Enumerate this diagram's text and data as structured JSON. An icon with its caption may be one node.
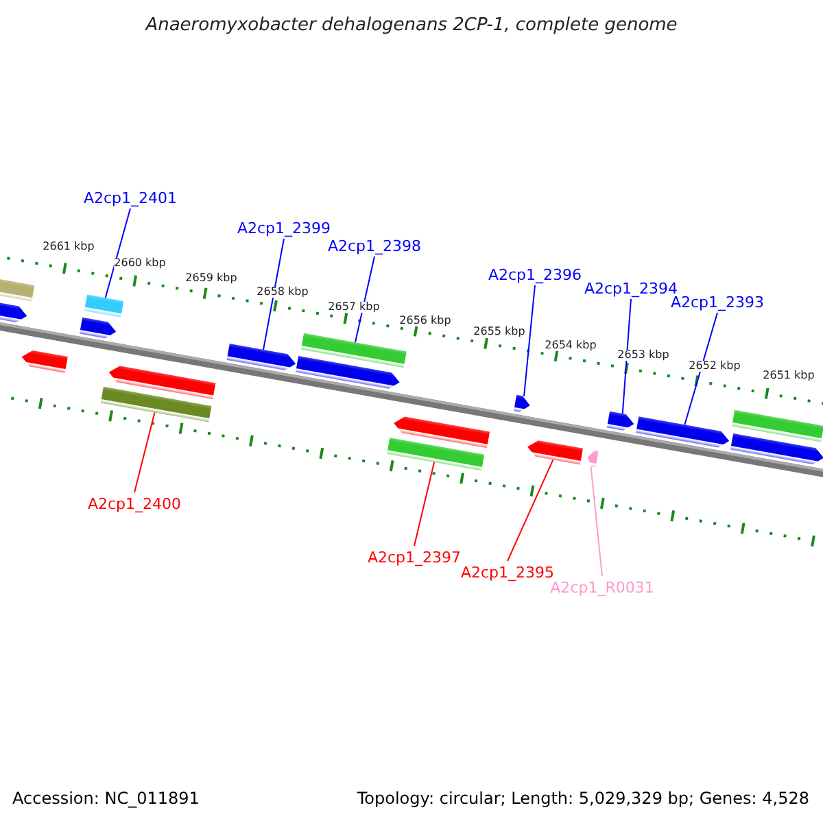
{
  "diagram": {
    "title": "Anaeromyxobacter dehalogenans 2CP-1, complete genome",
    "nodes": [
      {
        "text": [
          "A2cp1_2401"
        ]
      },
      {
        "text": [
          "A2cp1_2399"
        ]
      },
      {
        "text": [
          "A2cp1_2398"
        ]
      },
      {
        "text": [
          "A2cp1_2396"
        ]
      },
      {
        "text": [
          "A2cp1_2394"
        ]
      },
      {
        "text": [
          "A2cp1_2393"
        ]
      },
      {
        "text": [],
        "shape": "bar"
      },
      {
        "text": [],
        "shape": "bar"
      },
      {
        "text": [],
        "shape": "bar"
      },
      {
        "text": [],
        "shape": "bar"
      },
      {
        "text": [],
        "shape": "arrow"
      },
      {
        "text": [],
        "shape": "arrow"
      },
      {
        "text": [],
        "shape": "arrow"
      },
      {
        "text": [],
        "shape": "arrow"
      },
      {
        "text": [],
        "shape": "arrow"
      },
      {
        "text": [],
        "shape": "arrow"
      },
      {
        "text": [],
        "shape": "arrow"
      },
      {
        "text": [],
        "shape": "arrow"
      },
      {
        "text": [],
        "shape": "arrow"
      },
      {
        "text": [],
        "shape": "arrow"
      },
      {
        "text": [],
        "shape": "arrow"
      },
      {
        "text": [],
        "shape": "arrow"
      },
      {
        "text": [],
        "shape": "arrow"
      },
      {
        "text": [],
        "shape": "bar"
      },
      {
        "text": [],
        "shape": "bar"
      },
      {
        "text": [
          "A2cp1_2400"
        ]
      },
      {
        "text": [
          "A2cp1_2397"
        ]
      },
      {
        "text": [
          "A2cp1_2395"
        ]
      },
      {
        "text": [
          "A2cp1_R0031"
        ]
      }
    ],
    "edges": [
      {
        "from": 0,
        "to": 7,
        "arrow": "none"
      },
      {
        "from": 1,
        "to": 12,
        "arrow": "none"
      },
      {
        "from": 2,
        "to": 8,
        "arrow": "none"
      },
      {
        "from": 3,
        "to": 14,
        "arrow": "none"
      },
      {
        "from": 4,
        "to": 15,
        "arrow": "none"
      },
      {
        "from": 5,
        "to": 16,
        "arrow": "none"
      },
      {
        "from": 25,
        "to": 23,
        "arrow": "none",
        "color": "#ff0000"
      },
      {
        "from": 26,
        "to": 24,
        "arrow": "none",
        "color": "#ff0000"
      },
      {
        "from": 27,
        "to": 21,
        "arrow": "none",
        "color": "#ff0000"
      },
      {
        "from": 28,
        "to": 22,
        "arrow": "none",
        "color": "#ff99cc"
      }
    ],
    "labels": [
      "2661 kbp",
      "2660 kbp",
      "2659 kbp",
      "2658 kbp",
      "2657 kbp",
      "2656 kbp",
      "2655 kbp",
      "2654 kbp",
      "2653 kbp",
      "2652 kbp",
      "2651 kbp",
      "Accession: NC_011891",
      "Topology: circular; Length: 5,029,329 bp; Genes: 4,528"
    ]
  }
}
